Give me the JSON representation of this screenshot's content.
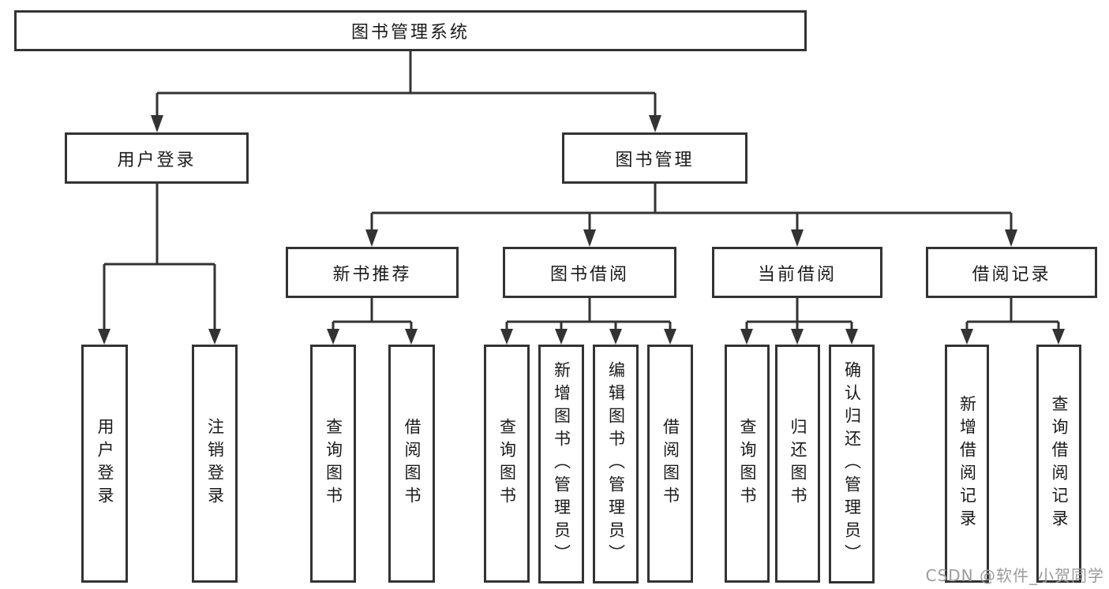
{
  "colors": {
    "background": "#ffffff",
    "box_border": "#333333",
    "connector": "#333333",
    "text": "#1a1a1a",
    "watermark": "#9b9b9b"
  },
  "watermark": "CSDN @软件_小贺同学",
  "tree": {
    "root": {
      "label": "图书管理系统"
    },
    "branches": [
      {
        "label": "用户登录",
        "children": [
          {
            "label": "用户登录"
          },
          {
            "label": "注销登录"
          }
        ]
      },
      {
        "label": "图书管理",
        "children": [
          {
            "label": "新书推荐",
            "children": [
              {
                "label": "查询图书"
              },
              {
                "label": "借阅图书"
              }
            ]
          },
          {
            "label": "图书借阅",
            "children": [
              {
                "label": "查询图书"
              },
              {
                "label": "新增图书（管理员）"
              },
              {
                "label": "编辑图书（管理员）"
              },
              {
                "label": "借阅图书"
              }
            ]
          },
          {
            "label": "当前借阅",
            "children": [
              {
                "label": "查询图书"
              },
              {
                "label": "归还图书"
              },
              {
                "label": "确认归还（管理员）"
              }
            ]
          },
          {
            "label": "借阅记录",
            "children": [
              {
                "label": "新增借阅记录"
              },
              {
                "label": "查询借阅记录"
              }
            ]
          }
        ]
      }
    ]
  }
}
